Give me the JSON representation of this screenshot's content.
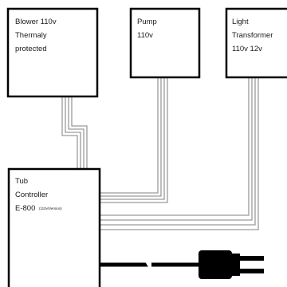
{
  "blower": {
    "lines": [
      "Blower 110v",
      "Thermaly",
      "protected"
    ]
  },
  "pump": {
    "lines": [
      "Pump",
      "110v"
    ]
  },
  "light": {
    "lines": [
      "Light",
      "Transformer",
      "110v 12v"
    ]
  },
  "controller": {
    "lines": [
      "Tub",
      "Controller"
    ],
    "model": "E-800",
    "model_note": "(110v/Version)"
  }
}
